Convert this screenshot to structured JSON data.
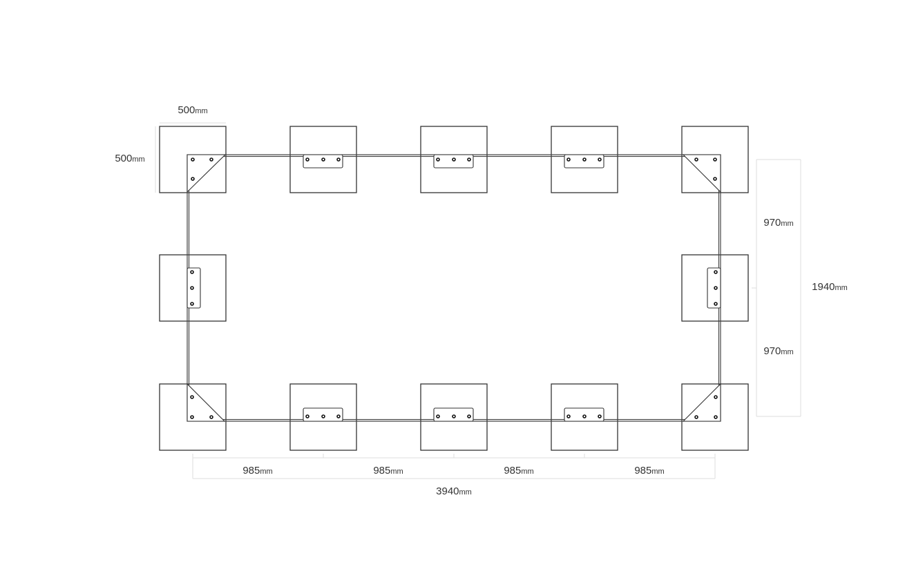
{
  "dimensions": {
    "pad_width": {
      "value": "500",
      "unit": "mm"
    },
    "pad_height": {
      "value": "500",
      "unit": "mm"
    },
    "segments_horizontal": [
      {
        "value": "985",
        "unit": "mm"
      },
      {
        "value": "985",
        "unit": "mm"
      },
      {
        "value": "985",
        "unit": "mm"
      },
      {
        "value": "985",
        "unit": "mm"
      }
    ],
    "total_width": {
      "value": "3940",
      "unit": "mm"
    },
    "segments_vertical": [
      {
        "value": "970",
        "unit": "mm"
      },
      {
        "value": "970",
        "unit": "mm"
      }
    ],
    "total_height": {
      "value": "1940",
      "unit": "mm"
    }
  },
  "colors": {
    "line": "#333333",
    "dimension": "#dddddd"
  }
}
